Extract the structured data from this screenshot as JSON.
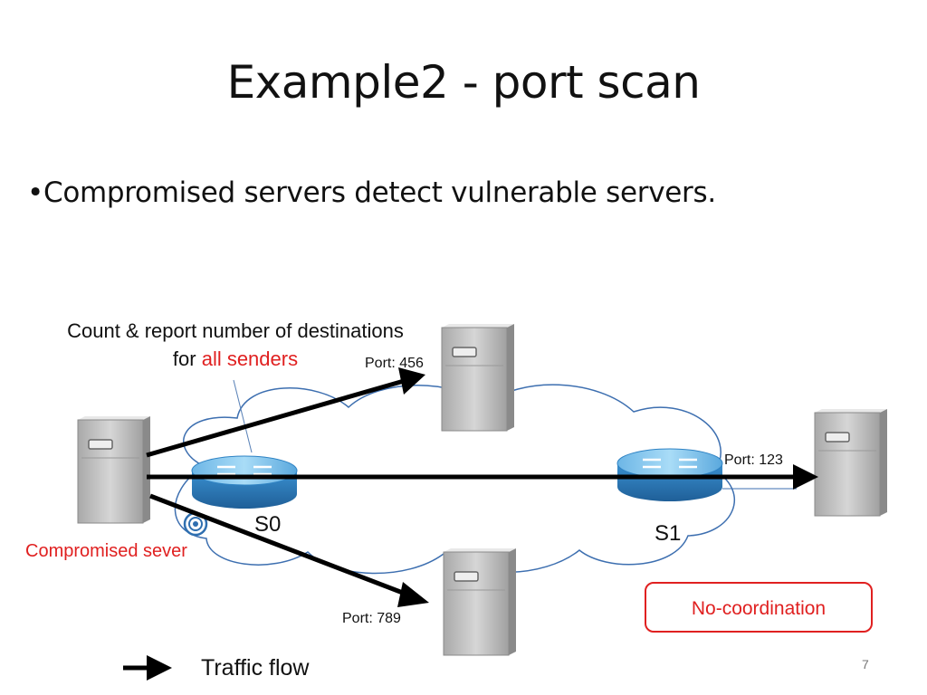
{
  "title": "Example2 - port scan",
  "bullet": "Compromised servers detect vulnerable servers.",
  "caption": {
    "line1": "Count & report number of destinations",
    "line2_prefix": "for ",
    "line2_highlight": "all senders"
  },
  "ports": {
    "top": "Port: 456",
    "right": "Port: 123",
    "bottom": "Port: 789"
  },
  "switches": {
    "s0": "S0",
    "s1": "S1"
  },
  "compromised_label": "Compromised sever",
  "no_coordination": "No-coordination",
  "legend": {
    "traffic_flow": "Traffic flow"
  },
  "page_number": "7",
  "colors": {
    "highlight": "#e02020",
    "switch_top": "#7ec3ee",
    "switch_body": "#2f83c4",
    "cloud_stroke": "#3d6fb0",
    "server_face": "#bdbdbd"
  },
  "icons": [
    "server-icon",
    "switch-icon",
    "cloud-shape",
    "arrow-icon",
    "spiral-icon"
  ]
}
